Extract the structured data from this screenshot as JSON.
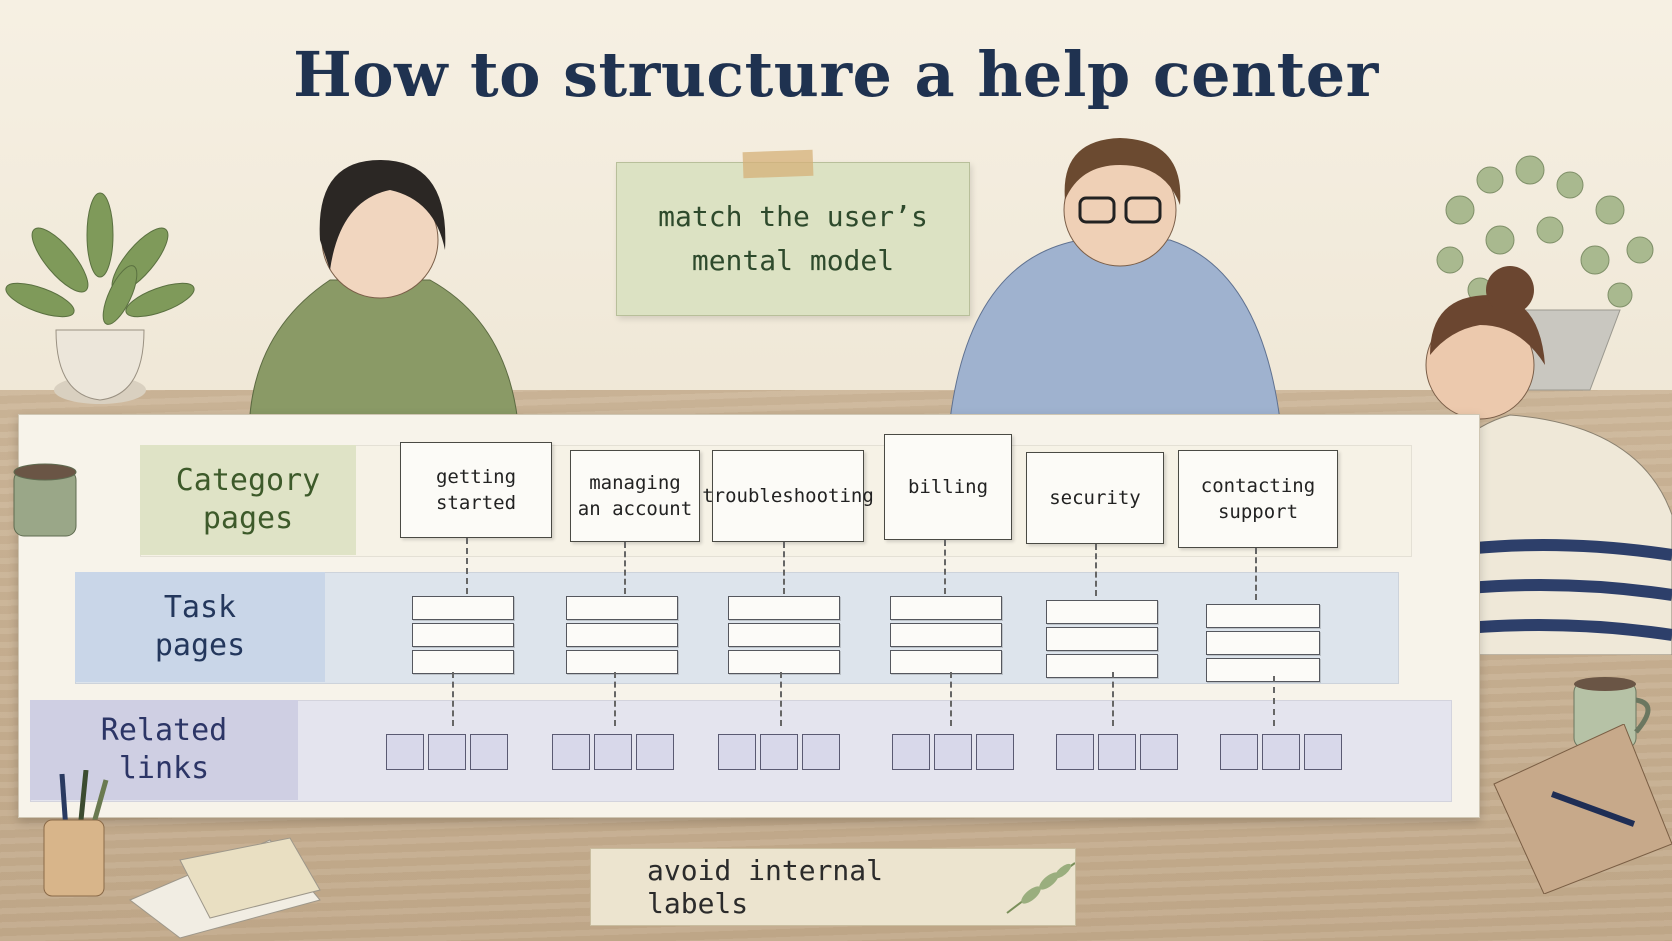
{
  "title": "How to structure a help center",
  "top_note": {
    "line1": "match the user’s",
    "line2": "mental model"
  },
  "rows": {
    "category": {
      "line1": "Category",
      "line2": "pages"
    },
    "task": {
      "line1": "Task",
      "line2": "pages"
    },
    "related": {
      "line1": "Related",
      "line2": "links"
    }
  },
  "categories": [
    {
      "line1": "getting",
      "line2": "started"
    },
    {
      "line1": "managing",
      "line2": "an account"
    },
    {
      "line1": "troubleshooting",
      "line2": ""
    },
    {
      "line1": "billing",
      "line2": ""
    },
    {
      "line1": "security",
      "line2": ""
    },
    {
      "line1": "contacting",
      "line2": "support"
    }
  ],
  "bottom_note": "avoid internal labels",
  "colors": {
    "title": "#1f3250",
    "category_band": "#dfe3c6",
    "task_band": "#c9d6e8",
    "related_band": "#cfcfe3"
  }
}
